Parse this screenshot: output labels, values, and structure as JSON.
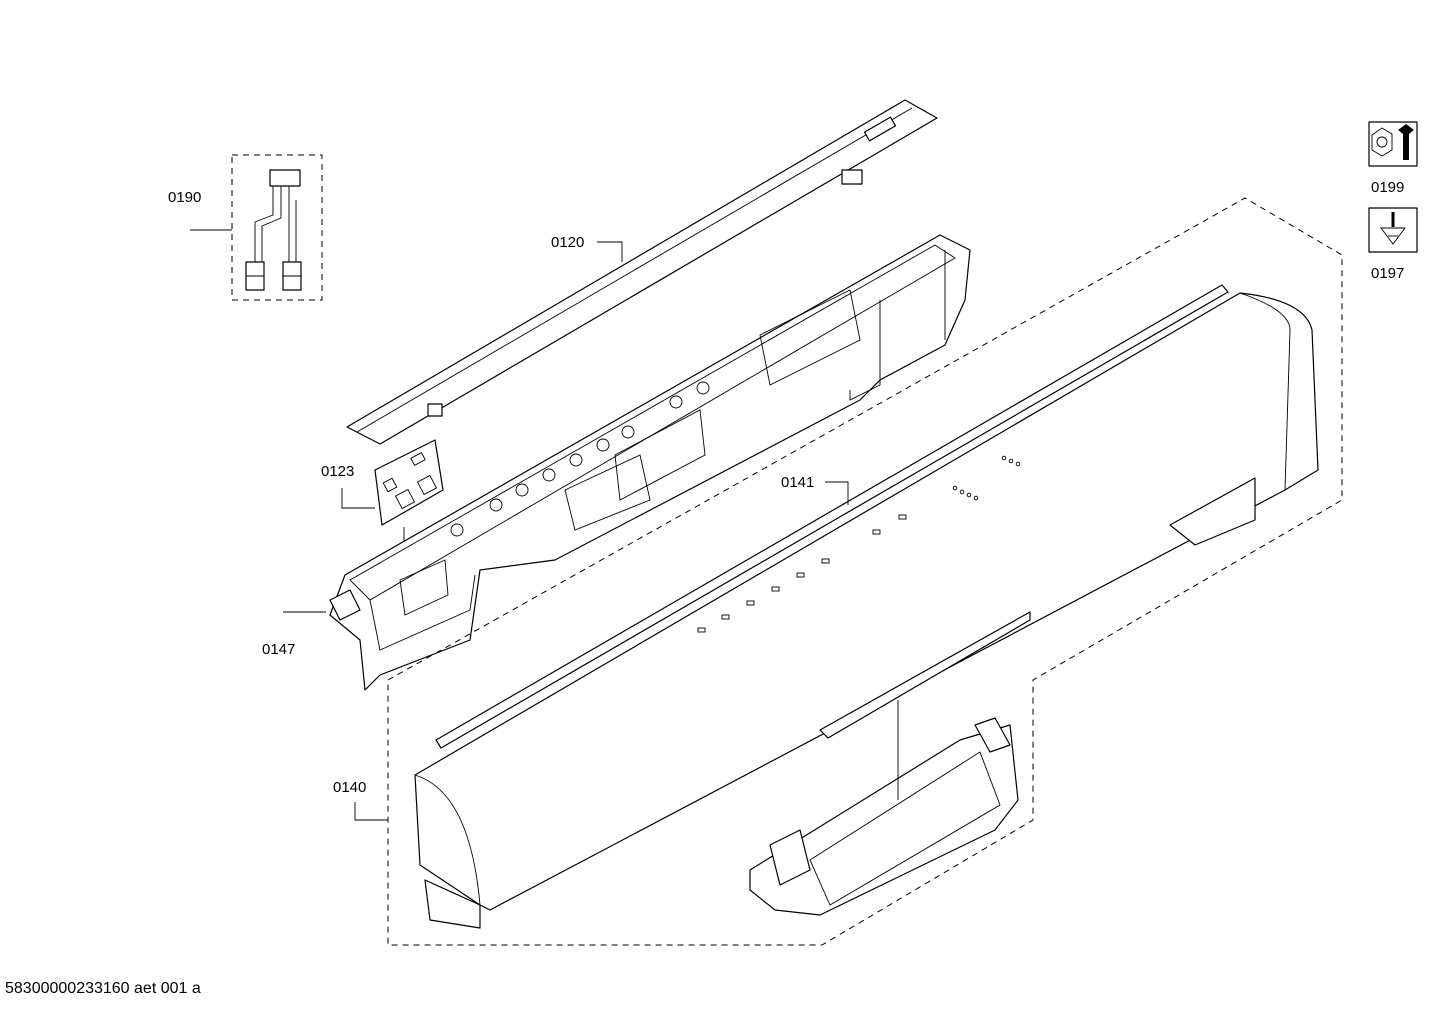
{
  "document_id": "58300000233160 aet 001 a",
  "part_labels": {
    "p0190": "0190",
    "p0120": "0120",
    "p0123": "0123",
    "p0141": "0141",
    "p0147": "0147",
    "p0140": "0140",
    "p0199": "0199",
    "p0197": "0197"
  },
  "icons": {
    "p0199": "nut-and-wrench-icon",
    "p0197": "screw-icon"
  }
}
